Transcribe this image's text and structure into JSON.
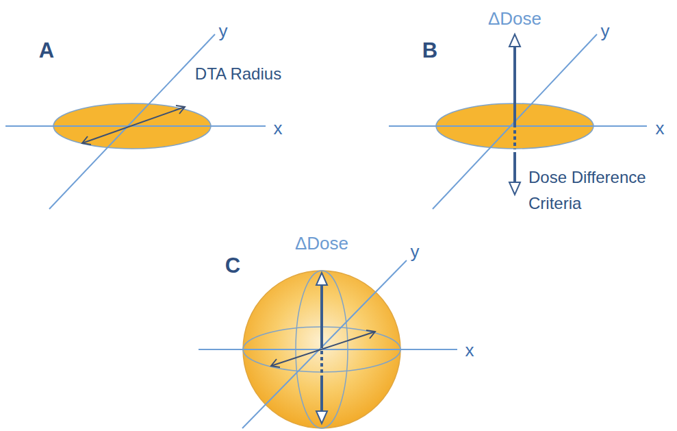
{
  "diagram": {
    "labels": [
      "A",
      "DTA Radius",
      "y",
      "x",
      "B",
      "ΔDose",
      "y",
      "x",
      "Dose Difference Criteria",
      "C",
      "ΔDose",
      "y",
      "x"
    ]
  }
}
